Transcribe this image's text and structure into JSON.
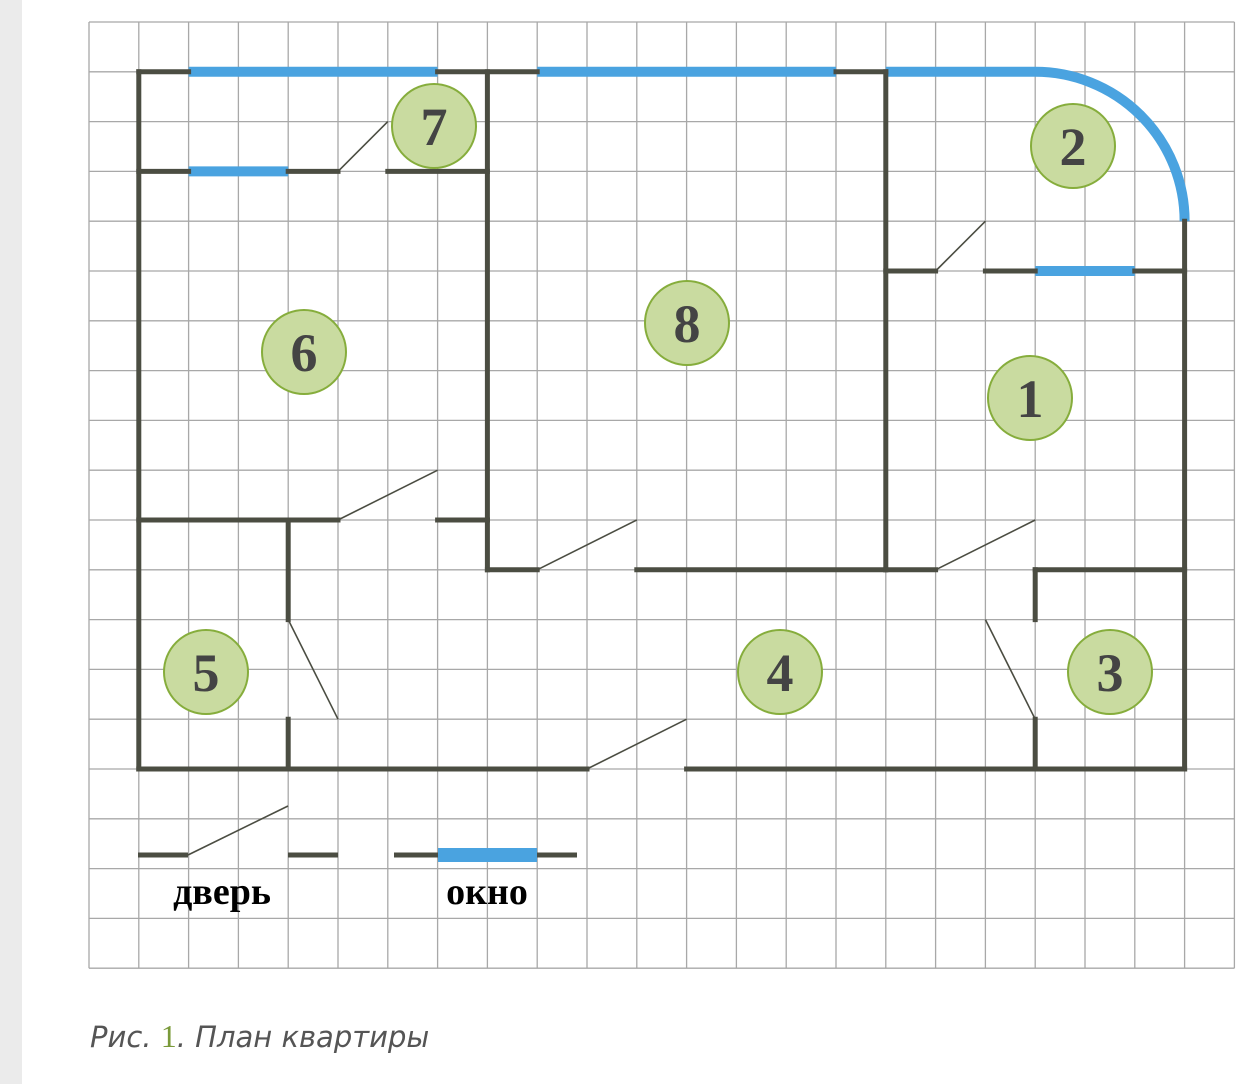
{
  "diagram": {
    "colors": {
      "grid": "#a8a8a8",
      "wall": "#4b4d42",
      "window": "#4aa3e0",
      "door_leaf": "#4b4d42",
      "room_fill": "#c9dba0",
      "room_stroke": "#86ad3c",
      "room_text": "#444444"
    },
    "rooms": [
      {
        "id": "room-1",
        "label": "1"
      },
      {
        "id": "room-2",
        "label": "2"
      },
      {
        "id": "room-3",
        "label": "3"
      },
      {
        "id": "room-4",
        "label": "4"
      },
      {
        "id": "room-5",
        "label": "5"
      },
      {
        "id": "room-6",
        "label": "6"
      },
      {
        "id": "room-7",
        "label": "7"
      },
      {
        "id": "room-8",
        "label": "8"
      }
    ],
    "legend": {
      "door_label": "дверь",
      "window_label": "окно"
    }
  },
  "caption": {
    "prefix": "Рис. ",
    "number": "1",
    "suffix": ". План квартиры"
  }
}
